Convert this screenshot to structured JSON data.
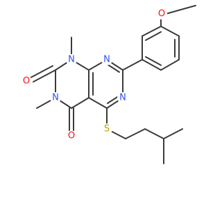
{
  "colors": {
    "bond": "#3a3a3a",
    "oxygen": "#ff0d0d",
    "nitrogen": "#3050f8",
    "sulfur": "#b8a200"
  },
  "atoms": {
    "o_carbonyl_2": "O",
    "o_carbonyl_4": "O",
    "o_methoxy": "O",
    "n1": "N",
    "n3": "N",
    "n8": "N",
    "n6": "N",
    "s_thioether": "S"
  }
}
